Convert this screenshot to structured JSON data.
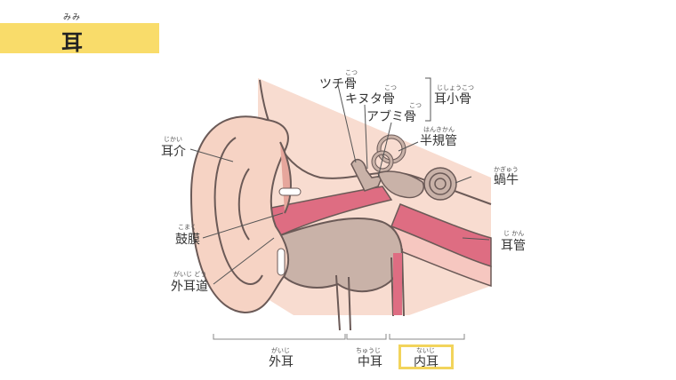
{
  "title": {
    "text": "耳",
    "ruby": "みみ"
  },
  "labels": {
    "tsuchi": {
      "text": "ツチ骨",
      "ruby": "こつ"
    },
    "kinuta": {
      "text": "キヌタ骨",
      "ruby": "こつ"
    },
    "abumi": {
      "text": "アブミ骨",
      "ruby": "こつ"
    },
    "ossicles": {
      "text": "耳小骨",
      "ruby": "じしょうこつ"
    },
    "canals": {
      "text": "半規管",
      "ruby": "はんきかん"
    },
    "cochlea": {
      "text": "蝸牛",
      "ruby": "かぎゅう"
    },
    "eustachian": {
      "text": "耳管",
      "ruby": "じ かん"
    },
    "auricle": {
      "text": "耳介",
      "ruby": "じかい"
    },
    "eardrum": {
      "text": "鼓膜",
      "ruby": "こまく"
    },
    "canal": {
      "text": "外耳道",
      "ruby": "がいじ どう"
    }
  },
  "sections": {
    "outer": {
      "text": "外耳",
      "ruby": "がいじ"
    },
    "middle": {
      "text": "中耳",
      "ruby": "ちゅうじ"
    },
    "inner": {
      "text": "内耳",
      "ruby": "ないじ"
    }
  },
  "colors": {
    "highlight": "#f9dc6a",
    "skin": "#f6d3c4",
    "red": "#de6d82",
    "bone": "#c9b2a8"
  }
}
